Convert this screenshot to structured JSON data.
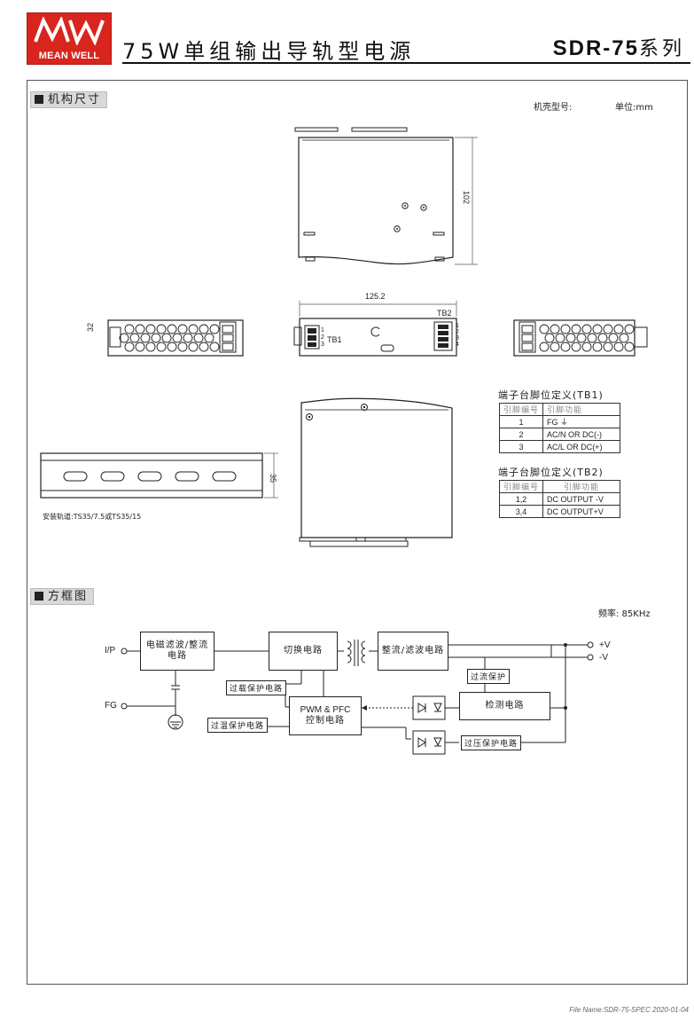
{
  "header": {
    "logo_mark": "MW",
    "brand": "MEAN WELL",
    "title": "75W单组输出导轨型电源",
    "series_bold": "SDR-75",
    "series_suffix": "系列"
  },
  "mechanical": {
    "section_title": "机构尺寸",
    "case_no": "机壳型号:",
    "unit": "单位:mm",
    "dim_height": "102",
    "dim_width": "125.2",
    "dim_depth": "32",
    "dim_rail": "35",
    "tb1": "TB1",
    "tb2": "TB2",
    "tb1_pins": [
      "1",
      "2",
      "3"
    ],
    "tb2_pins": [
      "1",
      "2",
      "3",
      "4"
    ],
    "rail_note": "安装轨道:TS35/7.5或TS35/15",
    "table_tb1": {
      "caption": "端子台脚位定义(TB1)",
      "headers": [
        "引脚编号",
        "引脚功能"
      ],
      "rows": [
        [
          "1",
          "FG ⏚"
        ],
        [
          "2",
          "AC/N OR DC(-)"
        ],
        [
          "3",
          "AC/L OR DC(+)"
        ]
      ]
    },
    "table_tb2": {
      "caption": "端子台脚位定义(TB2)",
      "headers": [
        "引脚编号",
        "引脚功能"
      ],
      "rows": [
        [
          "1,2",
          "DC OUTPUT -V"
        ],
        [
          "3,4",
          "DC OUTPUT+V"
        ]
      ]
    }
  },
  "block": {
    "section_title": "方框图",
    "freq": "频率: 85KHz",
    "ip": "I/P",
    "fg": "FG",
    "vplus": "+V",
    "vminus": "-V",
    "emi": "电磁滤波/整流电路",
    "switch": "切换电路",
    "rect": "整流/滤波电路",
    "pwm_l1": "PWM & PFC",
    "pwm_l2": "控制电路",
    "detect": "检测电路",
    "olp": "过载保护电路",
    "otp": "过温保护电路",
    "ocp": "过流保护",
    "ovp": "过压保护电路"
  },
  "footer": {
    "file": "File Name:SDR-75-SPEC   2020-01-04"
  }
}
